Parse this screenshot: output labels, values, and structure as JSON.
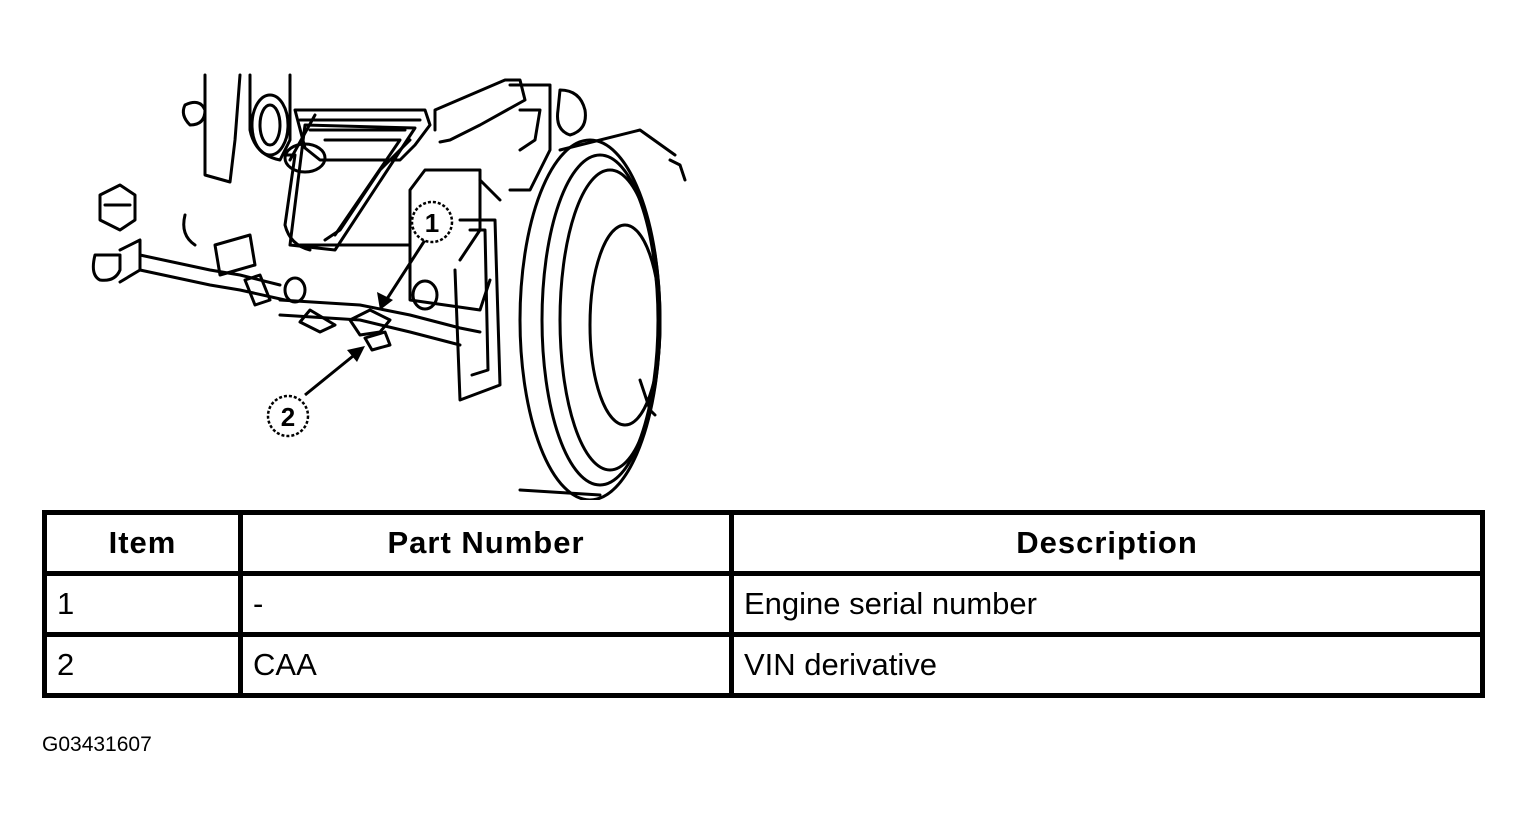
{
  "callouts": [
    {
      "number": "1"
    },
    {
      "number": "2"
    }
  ],
  "table": {
    "headers": {
      "item": "Item",
      "part_number": "Part Number",
      "description": "Description"
    },
    "rows": [
      {
        "item": "1",
        "part_number": "-",
        "description": "Engine serial number"
      },
      {
        "item": "2",
        "part_number": "CAA",
        "description": "VIN derivative"
      }
    ]
  },
  "figure_id": "G03431607"
}
